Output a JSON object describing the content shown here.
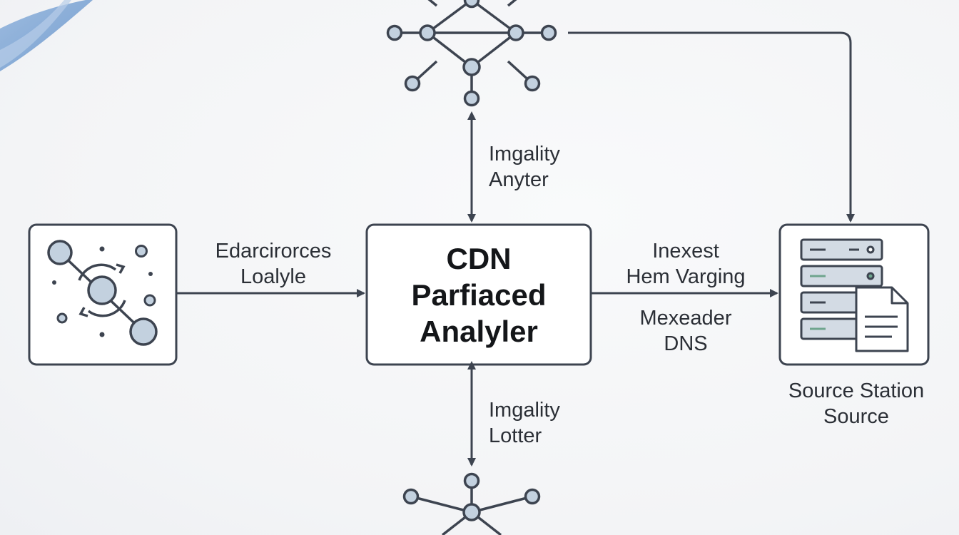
{
  "center_node": {
    "lines": [
      "CDN",
      "Parfiaced",
      "Analyler"
    ]
  },
  "edges": {
    "left_to_center": [
      "Edarcirorces",
      "Loalyle"
    ],
    "top_to_center": [
      "Imgality",
      "Anyter"
    ],
    "bottom_to_center": [
      "Imgality",
      "Lotter"
    ],
    "center_to_right_upper": [
      "Inexest",
      "Hem Varging"
    ],
    "center_to_right_lower": [
      "Mexeader",
      "DNS"
    ]
  },
  "right_node": {
    "caption": [
      "Source Station",
      "Source"
    ]
  },
  "icons": {
    "left": "network-nodes-icon",
    "right": "server-with-document-icon",
    "top": "network-graph-icon",
    "bottom": "network-graph-icon"
  },
  "colors": {
    "stroke": "#3d4450",
    "node_fill": "#c3d1df",
    "box_fill": "#ffffff",
    "accent_green": "#6fa58e"
  }
}
